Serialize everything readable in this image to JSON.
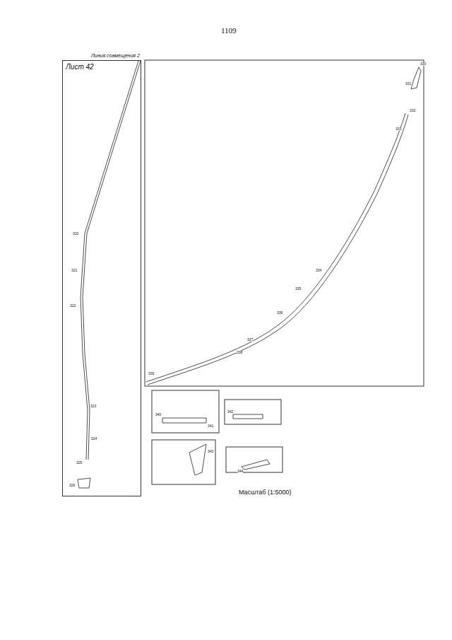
{
  "diagram": {
    "nodes": [
      {
        "text": [
          "Лист 42",
          "Линия совмещения 2"
        ]
      }
    ],
    "labels": [
      "1109",
      "Масштаб (1:5000)",
      "330",
      "331",
      "332",
      "333",
      "334",
      "335",
      "336",
      "337",
      "338",
      "339",
      "320",
      "321",
      "322",
      "323",
      "324",
      "325",
      "326",
      "340",
      "341",
      "342",
      "343",
      "344"
    ]
  }
}
